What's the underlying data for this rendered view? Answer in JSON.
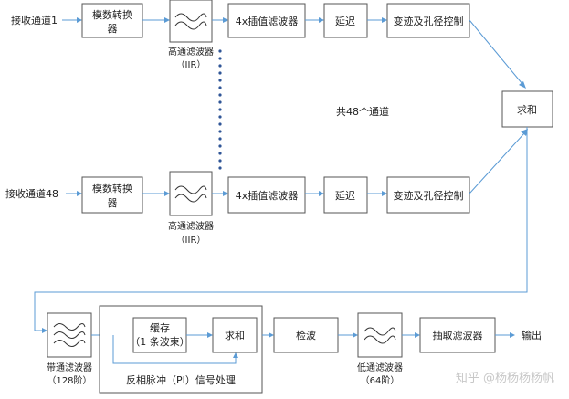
{
  "channel_top": {
    "input_label": "接收通道1",
    "adc": [
      "模数转换",
      "器"
    ],
    "hpf_caption": "高通滤波器",
    "hpf_type": "（IIR）",
    "interp": "4x插值滤波器",
    "delay": "延迟",
    "apod": "变迹及孔径控制"
  },
  "channel_bottom": {
    "input_label": "接收通道48",
    "adc": [
      "模数转换",
      "器"
    ],
    "hpf_caption": "高通滤波器",
    "hpf_type": "（IIR）",
    "interp": "4x插值滤波器",
    "delay": "延迟",
    "apod": "变迹及孔径控制"
  },
  "channels_note": "共48个通道",
  "sum_main": "求和",
  "bottom_row": {
    "bpf_caption": "带通滤波器",
    "bpf_order": "（128阶）",
    "buffer": [
      "缓存",
      "（1 条波束）"
    ],
    "inner_sum": "求和",
    "pi_group_label": "反相脉冲（PI）信号处理",
    "detect": "检波",
    "lpf_caption": "低通滤波器",
    "lpf_order": "（64阶）",
    "decimate": "抽取滤波器",
    "output": "输出"
  },
  "watermark": "知乎 @杨杨杨杨帆",
  "colors": {
    "arrow": "#5b9bd5",
    "box_border": "#555555",
    "dots": "#2f5597"
  },
  "icons": {
    "filter_wave": "filter-wave-icon"
  }
}
